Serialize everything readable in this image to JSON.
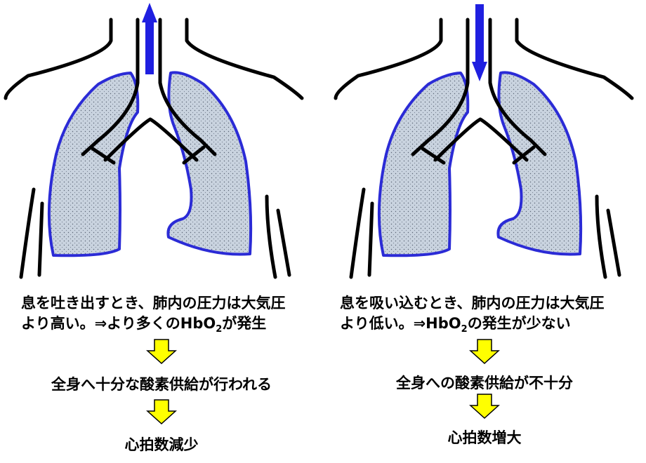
{
  "colors": {
    "lung_outline": "#2b2bd6",
    "lung_fill": "#c9d3df",
    "airflow_arrow": "#1f1fe0",
    "down_arrow": "#ffff00"
  },
  "panels": [
    {
      "airflow": "exhale",
      "caption_line1": "息を吐き出すとき、肺内の圧力は大気圧",
      "caption_line2_pre": "より高い。⇒より多くのHbO",
      "caption_line2_sub": "2",
      "caption_line2_post": "が発生",
      "step1": "全身へ十分な酸素供給が行われる",
      "step2": "心拍数減少"
    },
    {
      "airflow": "inhale",
      "caption_line1": "息を吸い込むとき、肺内の圧力は大気圧",
      "caption_line2_pre": "より低い。⇒HbO",
      "caption_line2_sub": "2",
      "caption_line2_post": "の発生が少ない",
      "step1": "全身への酸素供給が不十分",
      "step2": "心拍数増大"
    }
  ]
}
